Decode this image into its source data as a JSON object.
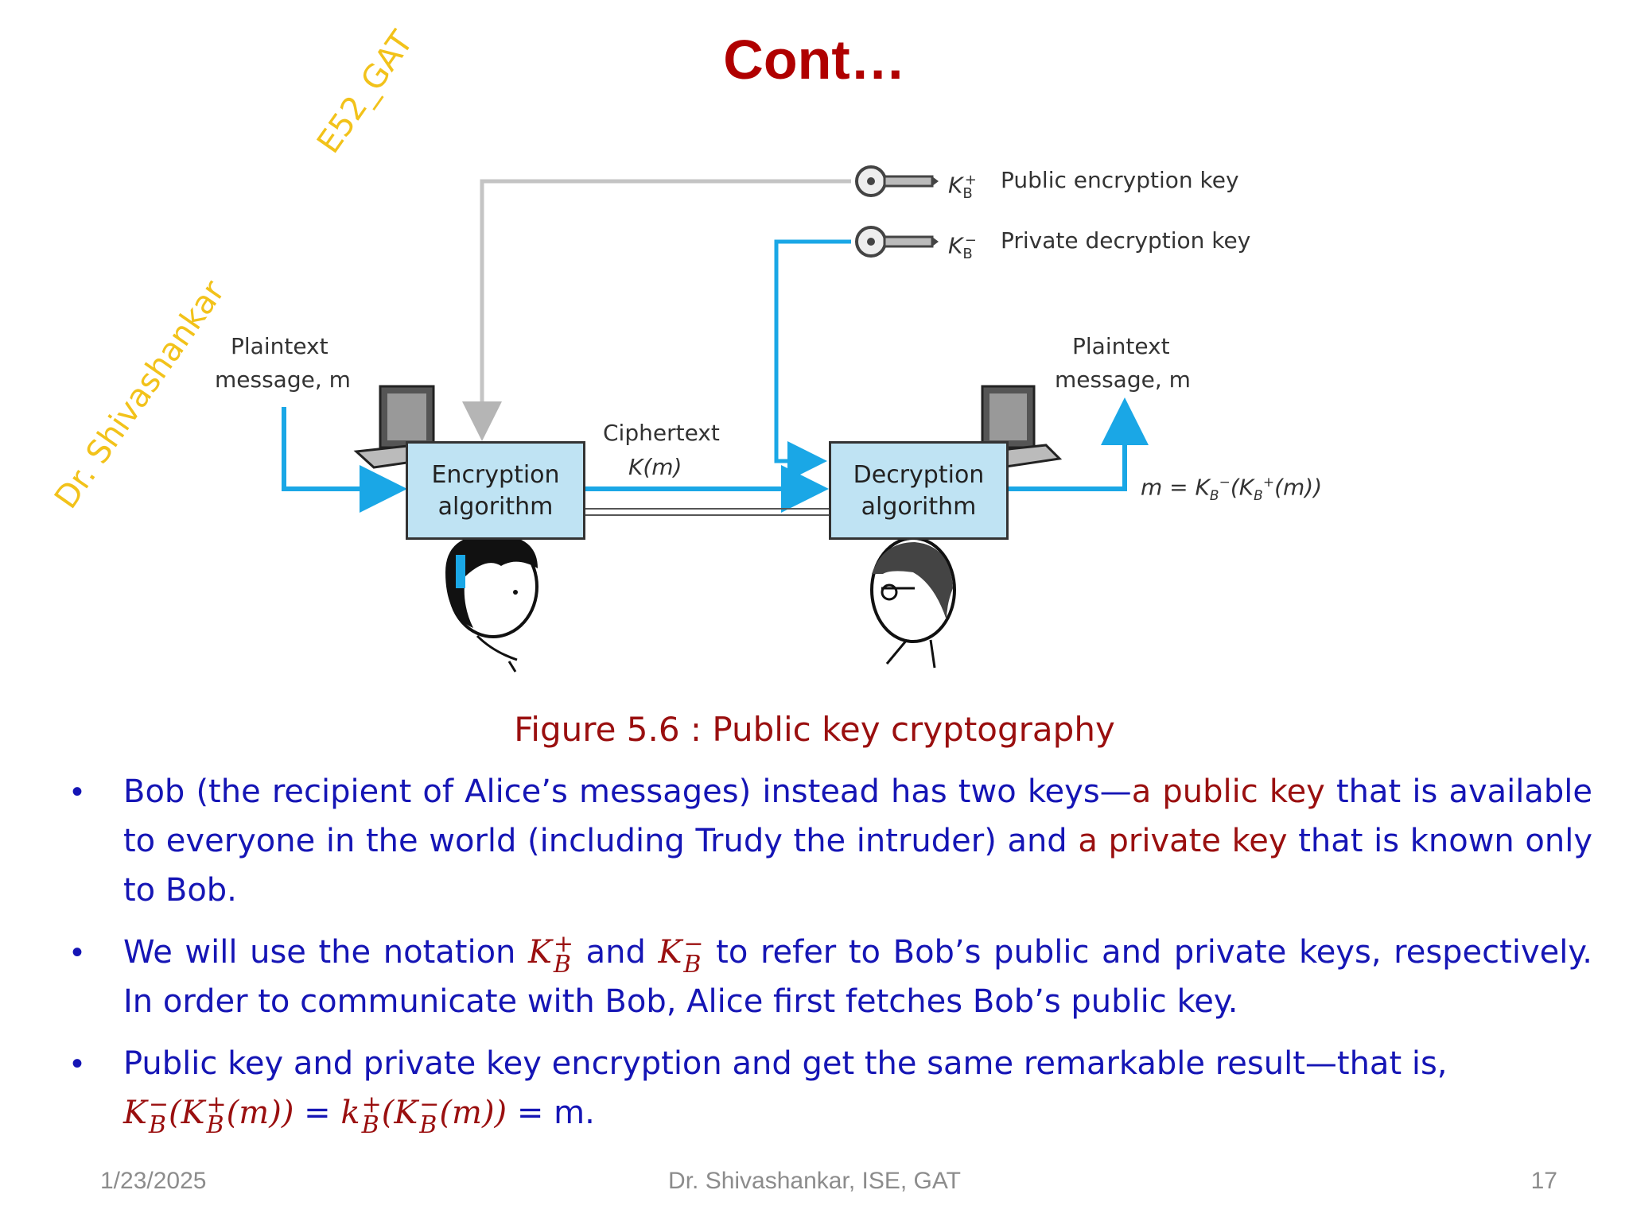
{
  "slide": {
    "title": "Cont…",
    "watermark_1": "E52_GAT",
    "watermark_2": "Dr. Shivashankar"
  },
  "diagram": {
    "public_key_symbol": "K",
    "public_key_label": "Public encryption key",
    "private_key_label": "Private decryption key",
    "sender_plaintext_line1": "Plaintext",
    "sender_plaintext_line2": "message, m",
    "receiver_plaintext_line1": "Plaintext",
    "receiver_plaintext_line2": "message, m",
    "encryption_line1": "Encryption",
    "encryption_line2": "algorithm",
    "decryption_line1": "Decryption",
    "decryption_line2": "algorithm",
    "ciphertext_label": "Ciphertext",
    "ciphertext_formula": "K(m)",
    "result_formula_left": "m = ",
    "result_formula_right": "(m))",
    "key_sub": "B",
    "plus": "+",
    "minus": "−",
    "colors": {
      "flow_arrow": "#1aa7e6",
      "public_key_line": "#c4c4c4",
      "box_fill": "#bfe3f3"
    }
  },
  "caption": "Figure 5.6 : Public key cryptography",
  "bullets": [
    {
      "text_a": "Bob (the recipient of Alice’s messages) instead has two keys—",
      "highlight_a": "a public key",
      "text_b": " that is available to everyone in the world (including Trudy the intruder) and ",
      "highlight_b": "a private key",
      "text_c": " that is known only to Bob."
    },
    {
      "text_a": "We will use the notation ",
      "symbol": "K",
      "sub": "B",
      "plus": "+",
      "minus": "−",
      "text_and": " and ",
      "text_b": " to refer to Bob’s public and private keys, respectively. In order to communicate with Bob, Alice first fetches Bob’s public key."
    },
    {
      "text_a": "Public key and private key encryption and get the same remarkable result—that is,",
      "eq_K": "K",
      "eq_k": "k",
      "eq_sub": "B",
      "eq_plus": "+",
      "eq_minus": "−",
      "eq_m": "(m)",
      "eq_open": "(",
      "eq_close": ")",
      "eq_equals": " = ",
      "eq_result": " = m."
    }
  ],
  "footer": {
    "date": "1/23/2025",
    "author": "Dr. Shivashankar, ISE, GAT",
    "page": "17"
  }
}
